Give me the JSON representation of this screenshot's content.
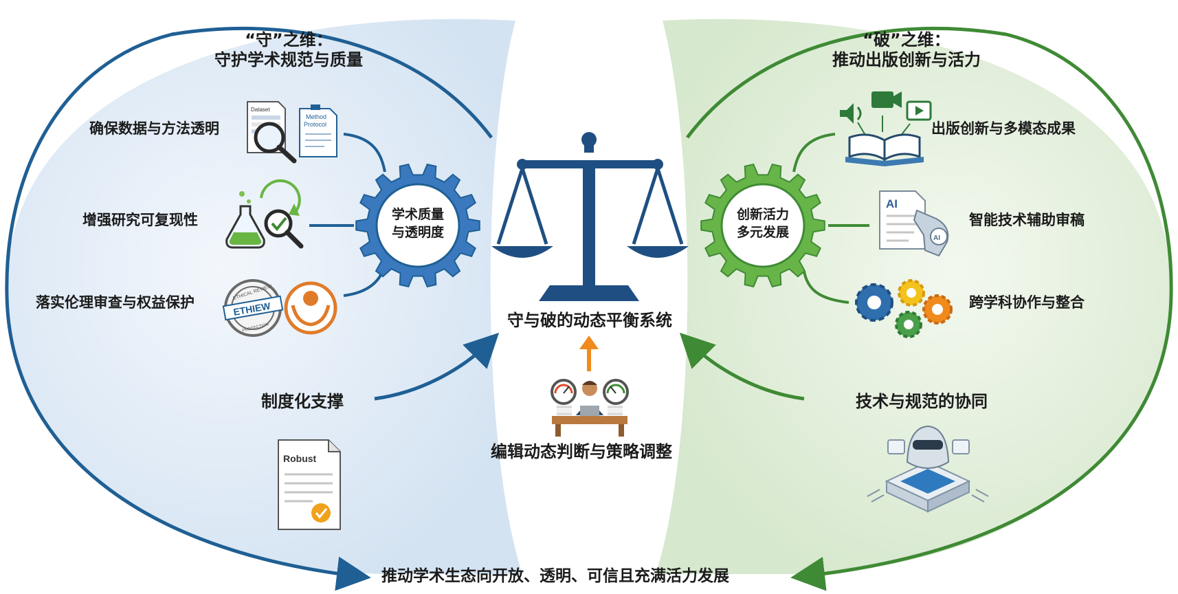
{
  "left": {
    "title_line1": "“守”之维：",
    "title_line2": "守护学术规范与质量",
    "items": [
      "确保数据与方法透明",
      "增强研究可复现性",
      "落实伦理审查与权益保护"
    ],
    "gear_line1": "学术质量",
    "gear_line2": "与透明度",
    "support": "制度化支撑",
    "doc_icon_text": {
      "dataset": "Dataset",
      "method_line1": "Method",
      "method_line2": "Protocol",
      "robust": "Robust"
    },
    "stamp_text": {
      "arc_top": "ETHICAL REVIEW",
      "center": "ETHIEW",
      "arc_bottom": "PROTECTION"
    }
  },
  "right": {
    "title_line1": "“破”之维：",
    "title_line2": "推动出版创新与活力",
    "items": [
      "出版创新与多模态成果",
      "智能技术辅助审稿",
      "跨学科协作与整合"
    ],
    "gear_line1": "创新活力",
    "gear_line2": "多元发展",
    "support": "技术与规范的协同",
    "ai_text": "AI"
  },
  "center": {
    "title": "守与破的动态平衡系统",
    "editor": "编辑动态判断与策略调整"
  },
  "bottom": "推动学术生态向开放、透明、可信且充满活力发展",
  "colors": {
    "blue": "#1f5f94",
    "green": "#3f8a35",
    "orange": "#f08a1c",
    "left_bg": "#dfeaf6",
    "right_bg": "#e3f0dc"
  }
}
